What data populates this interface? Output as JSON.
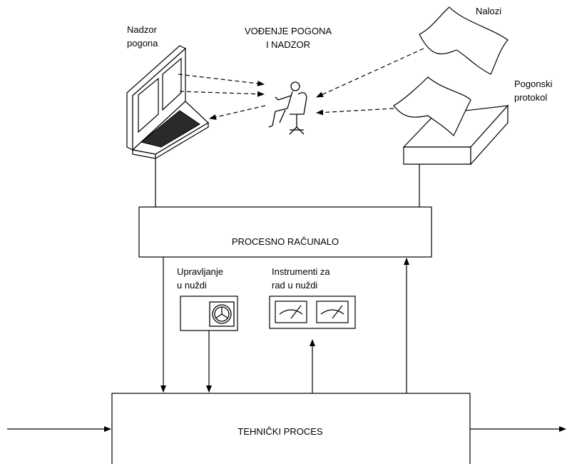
{
  "labels": {
    "vodjenje_line1": "VOĐENJE POGONA",
    "vodjenje_line2": "I NADZOR",
    "nadzor_line1": "Nadzor",
    "nadzor_line2": "pogona",
    "nalozi": "Nalozi",
    "pogonski_line1": "Pogonski",
    "pogonski_line2": "protokol",
    "procesno": "PROCESNO RAČUNALO",
    "upravljanje_line1": "Upravljanje",
    "upravljanje_line2": "u nuždi",
    "instrumenti_line1": "Instrumenti za",
    "instrumenti_line2": "rad u nuždi",
    "tehnicki": "TEHNIČKI PROCES"
  },
  "colors": {
    "stroke": "#000000",
    "background": "#ffffff"
  }
}
